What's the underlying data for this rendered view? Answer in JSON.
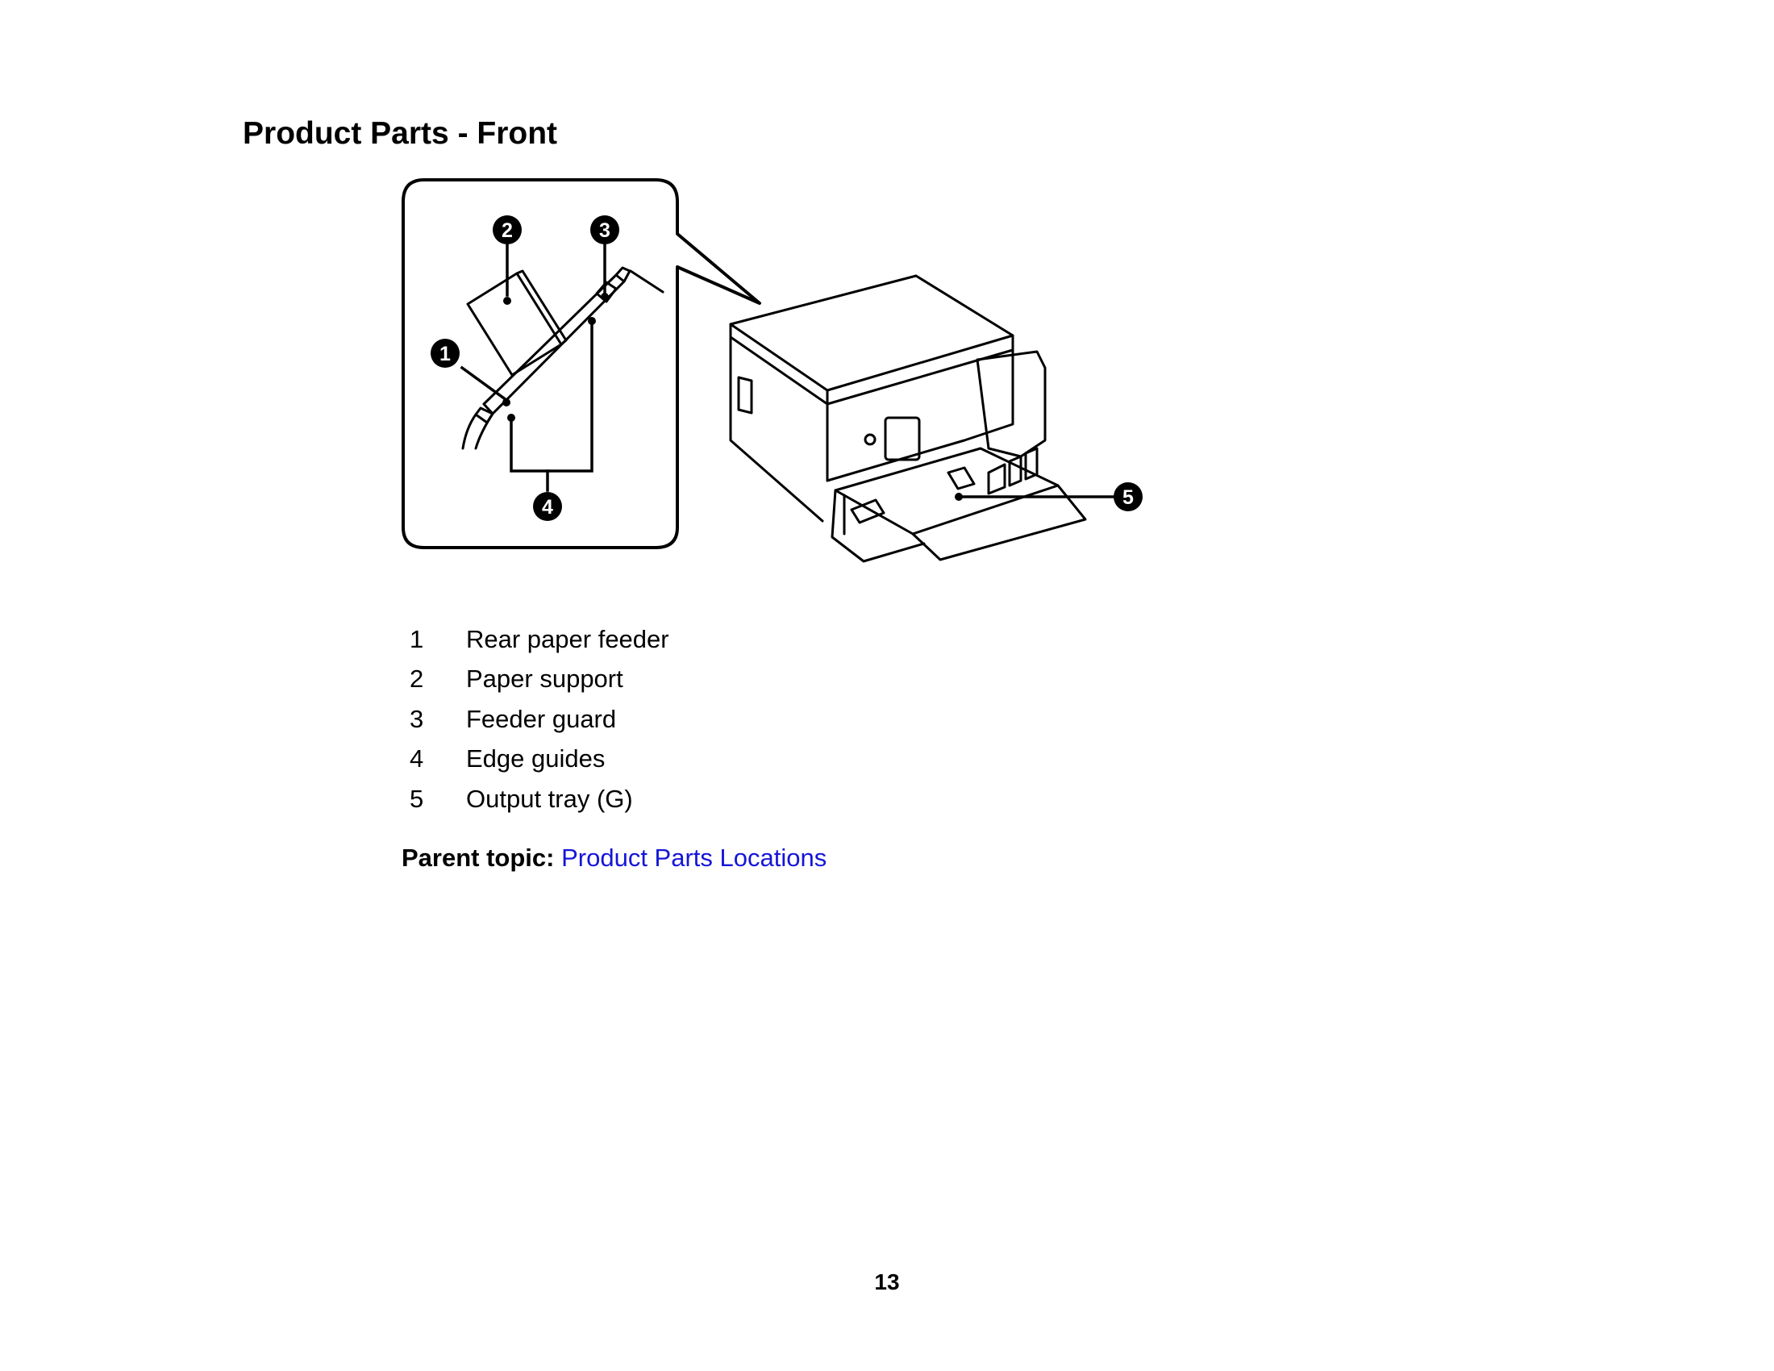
{
  "page": {
    "title": "Product Parts - Front",
    "page_number": "13"
  },
  "figure": {
    "callouts": [
      "1",
      "2",
      "3",
      "4",
      "5"
    ],
    "icon": "printer-front-illustration"
  },
  "parts": [
    {
      "num": "1",
      "label": "Rear paper feeder"
    },
    {
      "num": "2",
      "label": "Paper support"
    },
    {
      "num": "3",
      "label": "Feeder guard"
    },
    {
      "num": "4",
      "label": "Edge guides"
    },
    {
      "num": "5",
      "label": "Output tray (G)"
    }
  ],
  "parent_topic": {
    "label": "Parent topic:",
    "link_text": "Product Parts Locations",
    "link_color": "#1515d8"
  }
}
